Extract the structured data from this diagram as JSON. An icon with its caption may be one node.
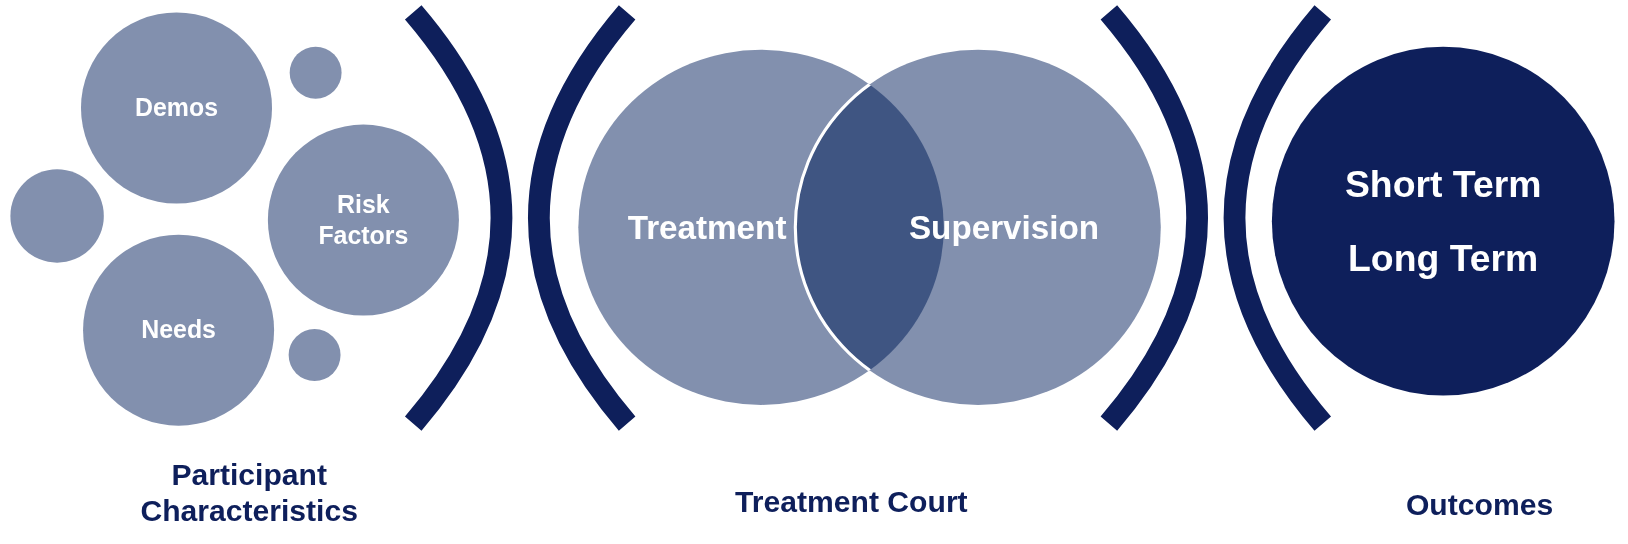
{
  "diagram": {
    "nodes": [
      {
        "text": [
          "Demos"
        ]
      },
      {
        "text": [],
        "shape": "circle"
      },
      {
        "text": [],
        "shape": "circle"
      },
      {
        "text": [
          "Risk Factors"
        ]
      },
      {
        "text": [
          "Needs"
        ]
      },
      {
        "text": [],
        "shape": "circle"
      },
      {
        "text": [
          "Treatment"
        ]
      },
      {
        "text": [
          "Supervision"
        ]
      },
      {
        "text": [
          "Short Term",
          "Long Term"
        ]
      }
    ],
    "labels": [
      "Participant Characteristics",
      "Treatment Court",
      "Outcomes"
    ]
  }
}
